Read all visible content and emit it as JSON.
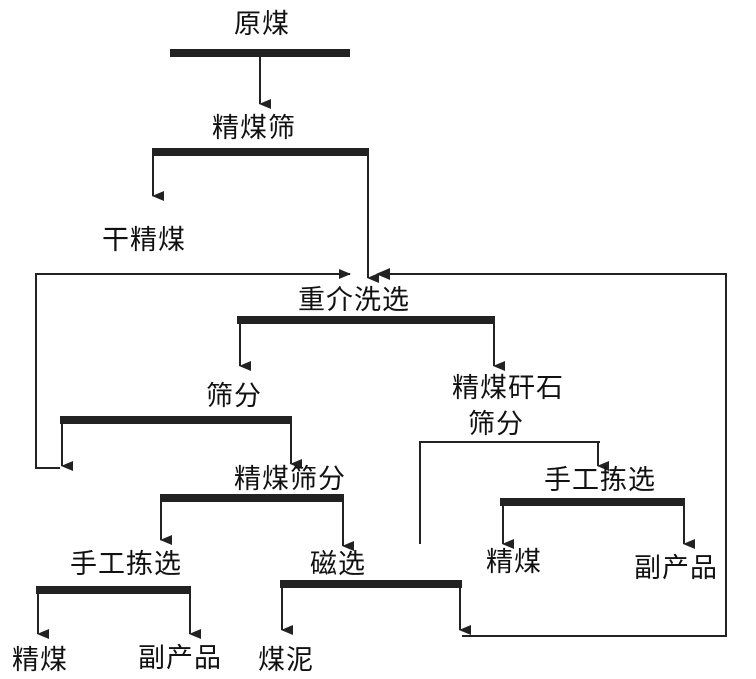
{
  "colors": {
    "line": "#222222",
    "bar": "#222222",
    "text": "#111111",
    "background": "#ffffff"
  },
  "nodes": {
    "raw_coal": "原煤",
    "fine_coal_screen": "精煤筛",
    "dry_fine_coal": "干精煤",
    "dense_medium_wash": "重介洗选",
    "screening": "筛分",
    "fine_coal_gangue_line1": "精煤矸石",
    "fine_coal_gangue_line2": "筛分",
    "fine_coal_screening": "精煤筛分",
    "hand_picking_left": "手工拣选",
    "hand_picking_right": "手工拣选",
    "magnetic_separation": "磁选",
    "fine_coal_left": "精煤",
    "byproduct_left": "副产品",
    "coal_slime": "煤泥",
    "fine_coal_right": "精煤",
    "byproduct_right": "副产品"
  }
}
